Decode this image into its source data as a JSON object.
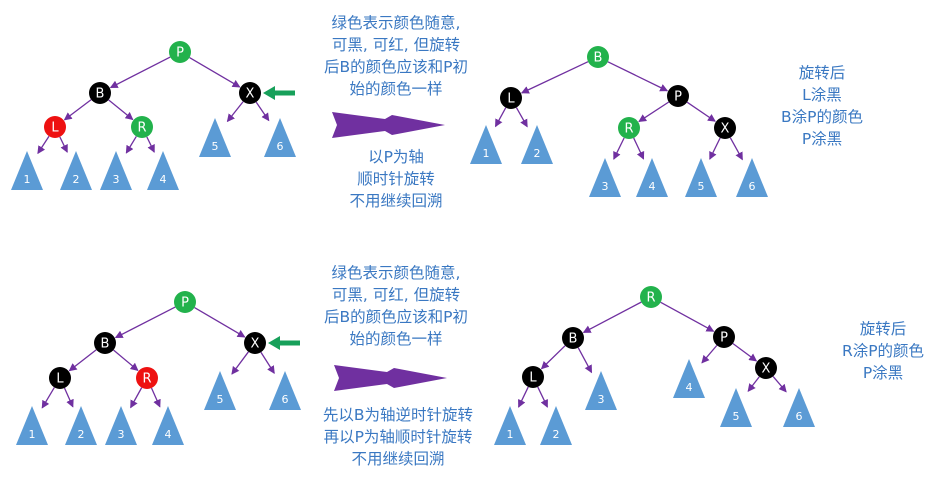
{
  "colors": {
    "black": "#000000",
    "red": "#ee1111",
    "green": "#22b24c",
    "leaf": "#5b9bd5",
    "edge": "#7030a0",
    "arrow_purple": "#7030a0",
    "pointer_green": "#17a05a",
    "caption": "#3a78c2"
  },
  "captions": {
    "top_note": [
      "绿色表示颜色随意,",
      "可黑, 可红, 但旋转",
      "后B的颜色应该和P初",
      "始的颜色一样"
    ],
    "top_op": [
      "以P为轴",
      "顺时针旋转",
      "不用继续回溯"
    ],
    "top_result": [
      "旋转后",
      "L涂黑",
      "B涂P的颜色",
      "P涂黑"
    ],
    "bottom_note": [
      "绿色表示颜色随意,",
      "可黑, 可红, 但旋转",
      "后B的颜色应该和P初",
      "始的颜色一样"
    ],
    "bottom_op": [
      "先以B为轴逆时针旋转",
      "再以P为轴顺时针旋转",
      "不用继续回溯"
    ],
    "bottom_result": [
      "旋转后",
      "R涂P的颜色",
      "P涂黑"
    ]
  },
  "trees": [
    {
      "id": "top-before",
      "nodes": [
        {
          "id": "P",
          "label": "P",
          "color": "green"
        },
        {
          "id": "B",
          "label": "B",
          "color": "black"
        },
        {
          "id": "X",
          "label": "X",
          "color": "black"
        },
        {
          "id": "L",
          "label": "L",
          "color": "red"
        },
        {
          "id": "R",
          "label": "R",
          "color": "green"
        }
      ],
      "leaves": [
        "1",
        "2",
        "3",
        "4",
        "5",
        "6"
      ],
      "edges": [
        [
          "P",
          "B"
        ],
        [
          "P",
          "X"
        ],
        [
          "B",
          "L"
        ],
        [
          "B",
          "R"
        ],
        [
          "L",
          "1"
        ],
        [
          "L",
          "2"
        ],
        [
          "R",
          "3"
        ],
        [
          "R",
          "4"
        ],
        [
          "X",
          "5"
        ],
        [
          "X",
          "6"
        ]
      ],
      "pointer": "X"
    },
    {
      "id": "top-after",
      "nodes": [
        {
          "id": "B",
          "label": "B",
          "color": "green"
        },
        {
          "id": "L",
          "label": "L",
          "color": "black"
        },
        {
          "id": "P",
          "label": "P",
          "color": "black"
        },
        {
          "id": "R",
          "label": "R",
          "color": "green"
        },
        {
          "id": "X",
          "label": "X",
          "color": "black"
        }
      ],
      "leaves": [
        "1",
        "2",
        "3",
        "4",
        "5",
        "6"
      ],
      "edges": [
        [
          "B",
          "L"
        ],
        [
          "B",
          "P"
        ],
        [
          "L",
          "1"
        ],
        [
          "L",
          "2"
        ],
        [
          "P",
          "R"
        ],
        [
          "P",
          "X"
        ],
        [
          "R",
          "3"
        ],
        [
          "R",
          "4"
        ],
        [
          "X",
          "5"
        ],
        [
          "X",
          "6"
        ]
      ]
    },
    {
      "id": "bottom-before",
      "nodes": [
        {
          "id": "P",
          "label": "P",
          "color": "green"
        },
        {
          "id": "B",
          "label": "B",
          "color": "black"
        },
        {
          "id": "X",
          "label": "X",
          "color": "black"
        },
        {
          "id": "L",
          "label": "L",
          "color": "black"
        },
        {
          "id": "R",
          "label": "R",
          "color": "red"
        }
      ],
      "leaves": [
        "1",
        "2",
        "3",
        "4",
        "5",
        "6"
      ],
      "edges": [
        [
          "P",
          "B"
        ],
        [
          "P",
          "X"
        ],
        [
          "B",
          "L"
        ],
        [
          "B",
          "R"
        ],
        [
          "L",
          "1"
        ],
        [
          "L",
          "2"
        ],
        [
          "R",
          "3"
        ],
        [
          "R",
          "4"
        ],
        [
          "X",
          "5"
        ],
        [
          "X",
          "6"
        ]
      ],
      "pointer": "X"
    },
    {
      "id": "bottom-after",
      "nodes": [
        {
          "id": "R",
          "label": "R",
          "color": "green"
        },
        {
          "id": "B",
          "label": "B",
          "color": "black"
        },
        {
          "id": "P",
          "label": "P",
          "color": "black"
        },
        {
          "id": "L",
          "label": "L",
          "color": "black"
        },
        {
          "id": "X",
          "label": "X",
          "color": "black"
        }
      ],
      "leaves": [
        "1",
        "2",
        "3",
        "4",
        "5",
        "6"
      ],
      "edges": [
        [
          "R",
          "B"
        ],
        [
          "R",
          "P"
        ],
        [
          "B",
          "L"
        ],
        [
          "B",
          "3"
        ],
        [
          "L",
          "1"
        ],
        [
          "L",
          "2"
        ],
        [
          "P",
          "4"
        ],
        [
          "P",
          "X"
        ],
        [
          "X",
          "5"
        ],
        [
          "X",
          "6"
        ]
      ]
    }
  ]
}
